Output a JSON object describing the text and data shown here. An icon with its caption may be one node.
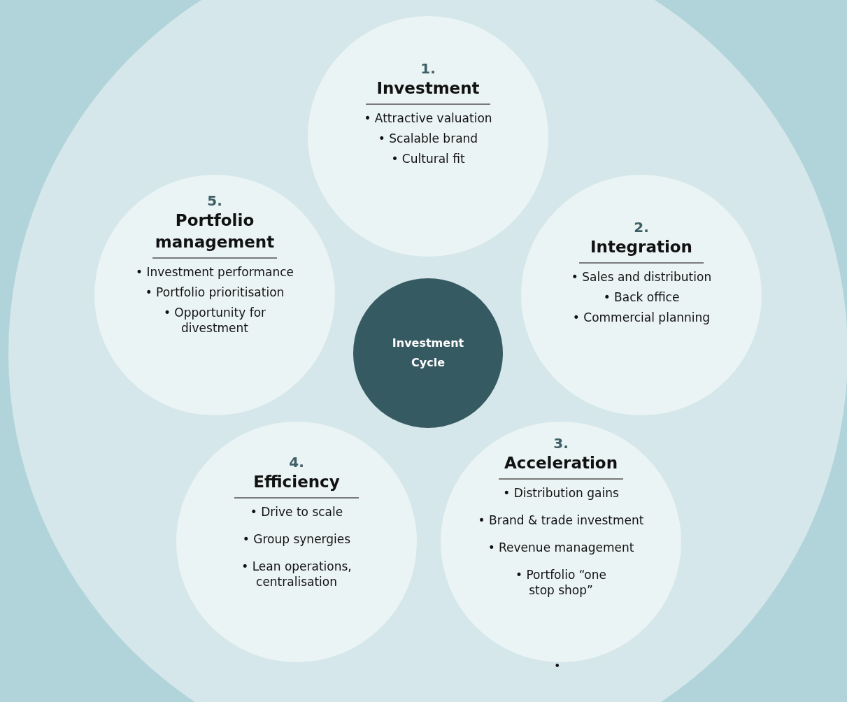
{
  "diagram": {
    "nodes": [
      {
        "text": [
          "1.",
          "Investment",
          "• Attractive valuation",
          "• Scalable brand",
          "• Cultural fit"
        ]
      },
      {
        "text": [
          "2.",
          "Integration",
          "• Sales and distribution",
          "• Back office",
          "• Commercial planning"
        ]
      },
      {
        "text": [
          "3.",
          "Acceleration",
          "• Distribution gains",
          "• Brand & trade investment",
          "• Revenue management",
          "• Portfolio “one stop shop”"
        ]
      },
      {
        "text": [
          "4.",
          "Efficiency",
          "• Drive to scale",
          "• Group synergies",
          "• Lean operations, centralisation"
        ]
      },
      {
        "text": [
          "5.",
          "Portfolio management",
          "• Investment performance",
          "• Portfolio prioritisation",
          "• Opportunity for divestment"
        ]
      },
      {
        "text": [
          "Investment Cycle"
        ]
      }
    ],
    "labels": [
      "•"
    ]
  }
}
